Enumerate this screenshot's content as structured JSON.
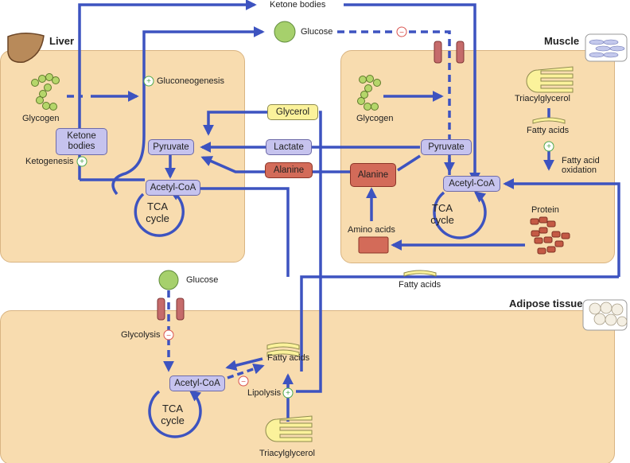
{
  "regions": {
    "liver": "Liver",
    "muscle": "Muscle",
    "adipose": "Adipose tissue"
  },
  "top": {
    "ketone_bodies": "Ketone bodies",
    "glucose": "Glucose"
  },
  "liver": {
    "glycogen": "Glycogen",
    "gluconeogenesis": "Gluconeogenesis",
    "ketone_bodies_box": "Ketone bodies",
    "ketogenesis": "Ketogenesis",
    "pyruvate": "Pyruvate",
    "acetyl_coa": "Acetyl-CoA",
    "tca": "TCA cycle"
  },
  "middle": {
    "glycerol": "Glycerol",
    "lactate": "Lactate",
    "alanine": "Alanine",
    "fatty_acids": "Fatty acids"
  },
  "muscle": {
    "glycogen": "Glycogen",
    "alanine": "Alanine",
    "pyruvate": "Pyruvate",
    "acetyl_coa": "Acetyl-CoA",
    "tca": "TCA cycle",
    "amino_acids": "Amino acids",
    "protein": "Protein",
    "triacylglycerol": "Triacylglycerol",
    "fatty_acids": "Fatty acids",
    "fatty_acid_oxidation": "Fatty acid oxidation"
  },
  "adipose": {
    "glucose": "Glucose",
    "glycolysis": "Glycolysis",
    "acetyl_coa": "Acetyl-CoA",
    "tca": "TCA cycle",
    "fatty_acids": "Fatty acids",
    "lipolysis": "Lipolysis",
    "triacylglycerol": "Triacylglycerol"
  },
  "colors": {
    "arrow": "#3d53c0",
    "region_fill": "#f8dcaf",
    "metabolite_box": "#c6c3ee",
    "glycerol_box": "#fbf29b",
    "alanine_box": "#d36b59",
    "glucose_circle": "#a6d06c",
    "inhibit": "#d9534f",
    "activate": "#4fa84f"
  }
}
